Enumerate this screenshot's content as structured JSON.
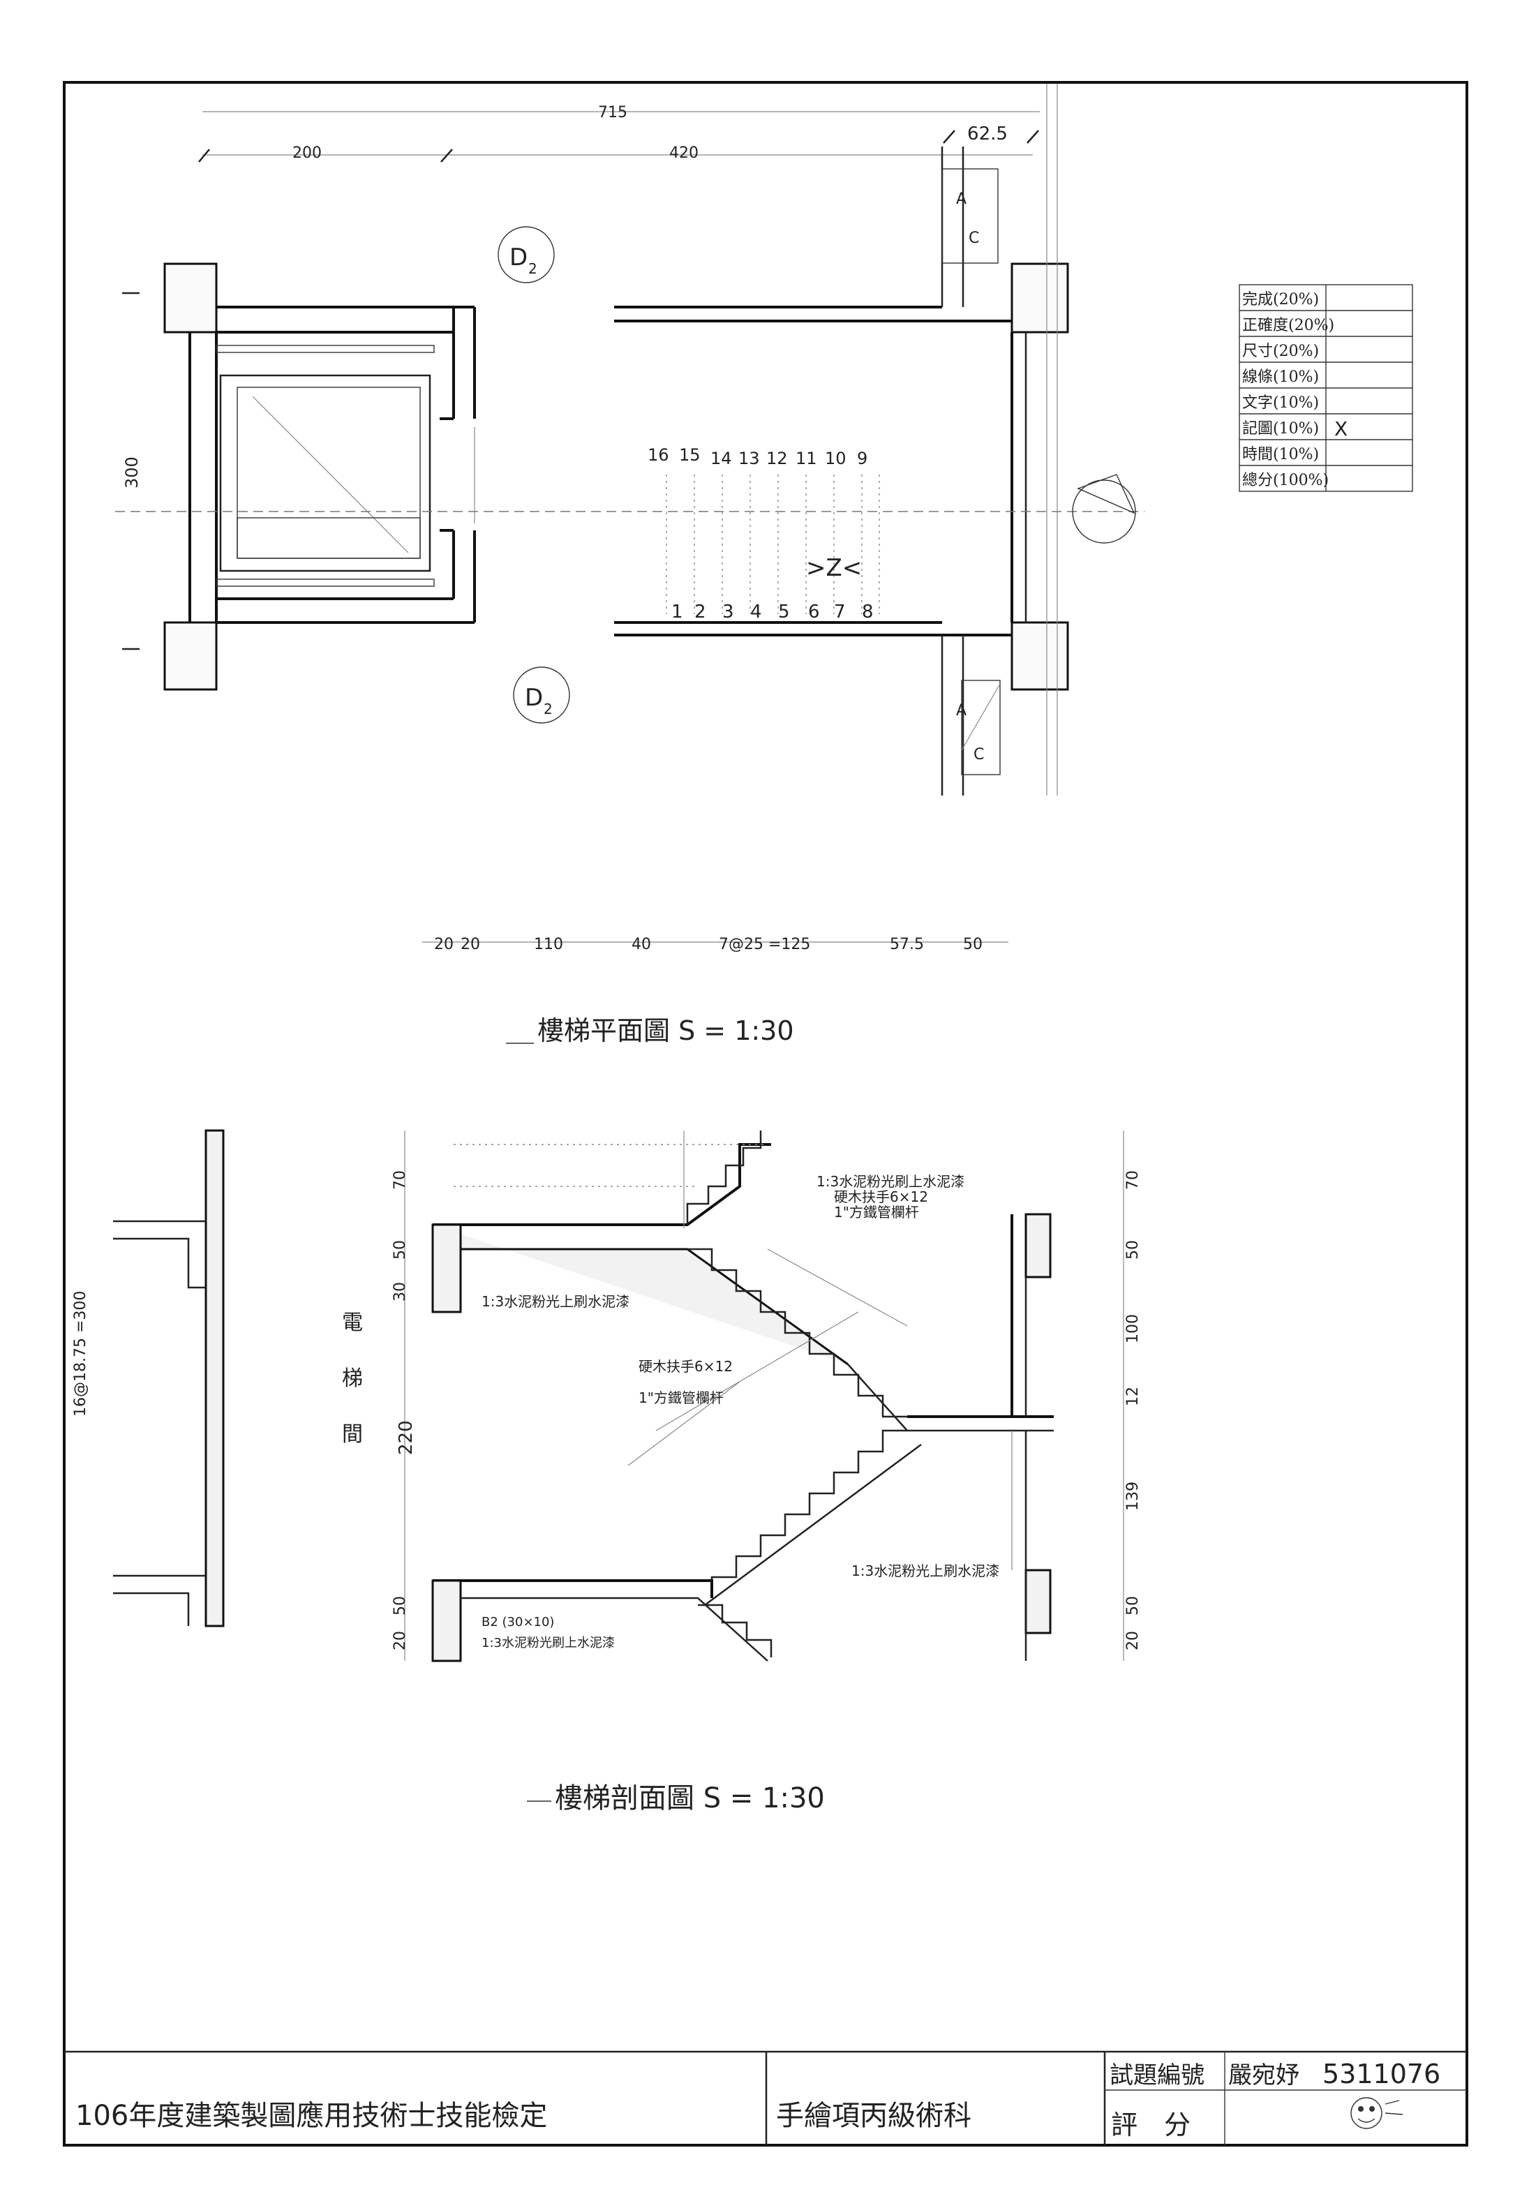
{
  "plan": {
    "dims_top": {
      "overall": "715",
      "left": "200",
      "middle": "420",
      "right": "62.5"
    },
    "dim_left": "300",
    "door_tag": "D",
    "door_tag_sub": "2",
    "cabinet_labels": {
      "a": "A",
      "c": "C"
    },
    "steps_upper": [
      "16",
      "15",
      "14",
      "13",
      "12",
      "11",
      "10",
      "9"
    ],
    "steps_lower": [
      "1",
      "2",
      "3",
      "4",
      "5",
      "6",
      "7",
      "8"
    ],
    "up_mark": ">Z<",
    "dims_bottom": [
      "20",
      "20",
      "110",
      "40",
      "7@25 =125",
      "57.5",
      "50"
    ],
    "title": "樓梯平面圖 S = 1:30"
  },
  "section": {
    "vertical_label": [
      "電",
      "梯",
      "間"
    ],
    "dim_left_outer": "16@18.75 =300",
    "dims_left": [
      "70",
      "50",
      "30",
      "220",
      "50",
      "20"
    ],
    "dims_right": [
      "70",
      "50",
      "100",
      "12",
      "139",
      "50",
      "20"
    ],
    "notes": {
      "n1": "1:3水泥粉光刷上水泥漆",
      "n2": "硬木扶手6×12",
      "n3": "1\"方鐵管欄杆",
      "n4": "1:3水泥粉光上刷水泥漆",
      "n5": "硬木扶手6×12",
      "n6": "1\"方鐵管欄杆",
      "n7": "1:3水泥粉光上刷水泥漆",
      "n8": "B2 (30×10)",
      "n9": "1:3水泥粉光刷上水泥漆"
    },
    "title": "樓梯剖面圖 S = 1:30"
  },
  "score_table": {
    "rows": [
      {
        "label": "完成(20%)",
        "value": ""
      },
      {
        "label": "正確度(20%)",
        "value": ""
      },
      {
        "label": "尺寸(20%)",
        "value": ""
      },
      {
        "label": "線條(10%)",
        "value": ""
      },
      {
        "label": "文字(10%)",
        "value": ""
      },
      {
        "label": "記圖(10%)",
        "value": "X"
      },
      {
        "label": "時間(10%)",
        "value": ""
      },
      {
        "label": "總分(100%)",
        "value": ""
      }
    ]
  },
  "title_block": {
    "exam_title": "106年度建築製圖應用技術士技能檢定",
    "category": "手繪項丙級術科",
    "exam_no_label": "試題編號",
    "candidate": "嚴宛妤",
    "exam_no": "5311076",
    "score_label": "評　分"
  }
}
